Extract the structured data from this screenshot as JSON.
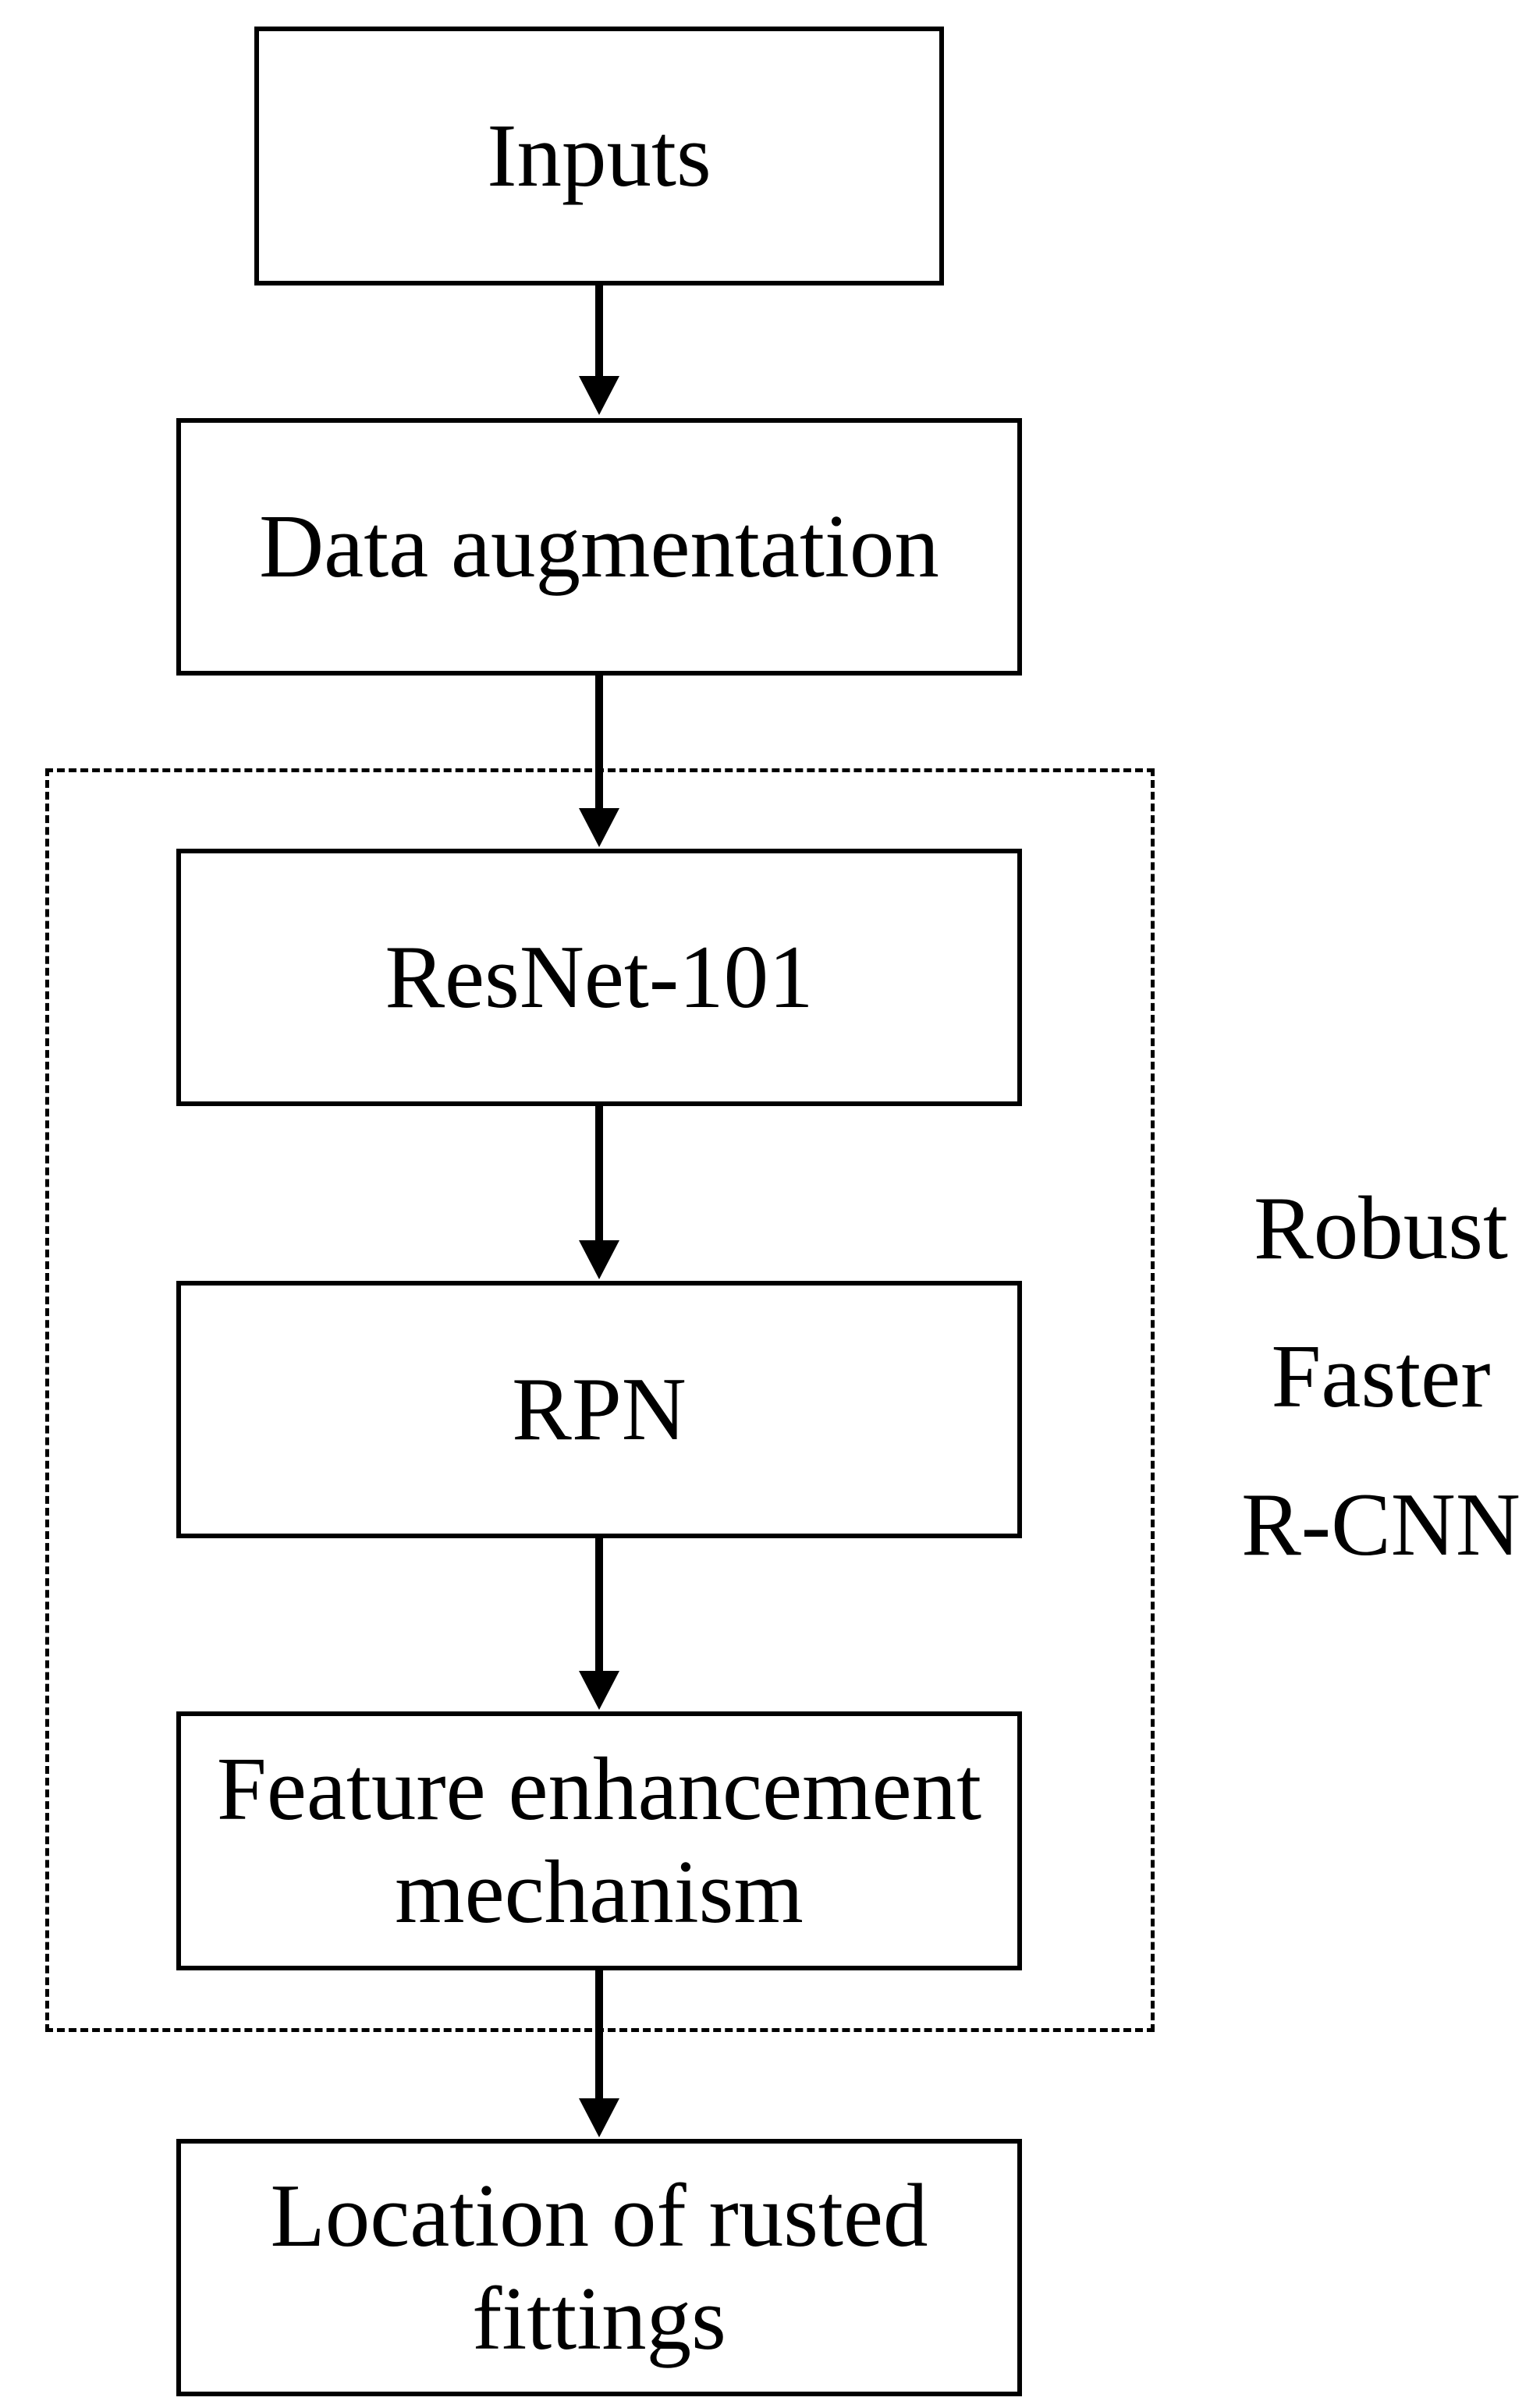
{
  "diagram": {
    "nodes": [
      {
        "id": "inputs",
        "lines": [
          "Inputs"
        ]
      },
      {
        "id": "augmentation",
        "lines": [
          "Data augmentation"
        ]
      },
      {
        "id": "resnet",
        "lines": [
          "ResNet-101"
        ]
      },
      {
        "id": "rpn",
        "lines": [
          "RPN"
        ]
      },
      {
        "id": "feature",
        "lines": [
          "Feature enhancement",
          "mechanism"
        ]
      },
      {
        "id": "location",
        "lines": [
          "Location of rusted",
          "fittings"
        ]
      }
    ],
    "edges": [
      {
        "from": "inputs",
        "to": "augmentation"
      },
      {
        "from": "augmentation",
        "to": "resnet"
      },
      {
        "from": "resnet",
        "to": "rpn"
      },
      {
        "from": "rpn",
        "to": "feature"
      },
      {
        "from": "feature",
        "to": "location"
      }
    ],
    "group": {
      "label_lines": [
        "Robust",
        "Faster",
        "R-CNN"
      ],
      "members": [
        "resnet",
        "rpn",
        "feature"
      ],
      "style": "dashed"
    }
  }
}
